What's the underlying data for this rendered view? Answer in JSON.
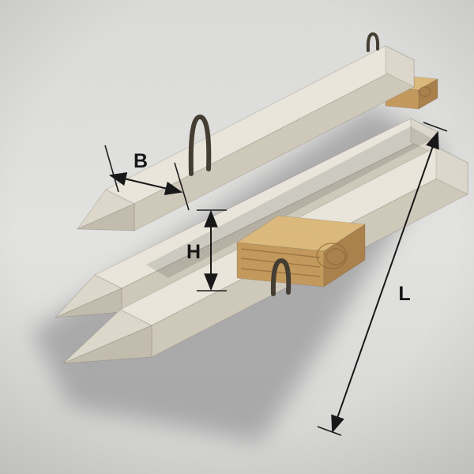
{
  "dimensions": {
    "width": {
      "label": "B"
    },
    "height": {
      "label": "H"
    },
    "length": {
      "label": "L"
    }
  },
  "colors": {
    "background": "#e2e2e0",
    "ground_shadow": "#98989a",
    "pile_top": "#eae6db",
    "pile_side": "#cfc9ba",
    "pile_end": "#ddd8cb",
    "pile_tip_shade": "#c2bcad",
    "wood_top": "#dcb97b",
    "wood_front": "#c3985b",
    "wood_end": "#aa7f49",
    "wood_grain": "#8a6436",
    "lifting_loop": "#413a2f",
    "dimension_line": "#141414"
  }
}
